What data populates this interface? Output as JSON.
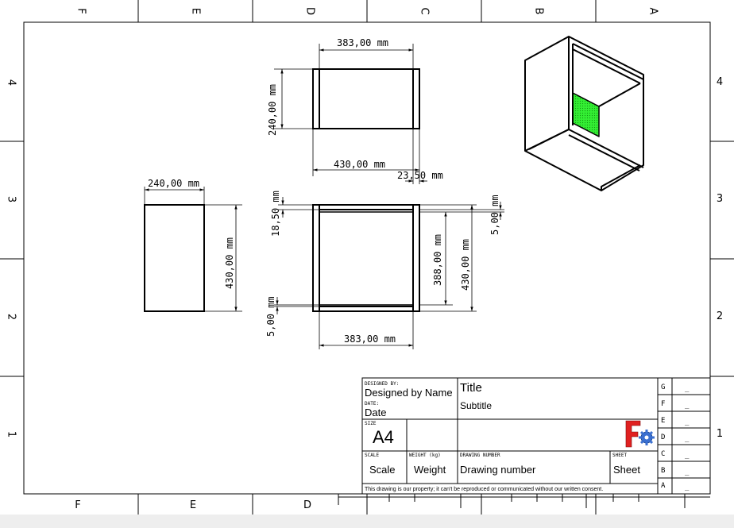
{
  "zones": {
    "columns": [
      "F",
      "E",
      "D",
      "C",
      "B",
      "A"
    ],
    "rows": [
      "4",
      "3",
      "2",
      "1"
    ]
  },
  "dimensions": {
    "top_view_width": "383,00 mm",
    "top_view_height": "240,00 mm",
    "top_view_total": "430,00 mm",
    "top_view_side": "23,50 mm",
    "side_view_width": "240,00 mm",
    "side_view_height": "430,00 mm",
    "front_top_panel": "18,50 mm",
    "front_bottom_panel": "5,00 mm",
    "front_right_panel": "5,00 mm",
    "front_inner_height": "388,00 mm",
    "front_total_height": "430,00 mm",
    "front_width": "383,00 mm"
  },
  "title_block": {
    "designed_by_label": "DESIGNED BY:",
    "designed_by_value": "Designed by Name",
    "date_label": "DATE:",
    "date_value": "Date",
    "size_label": "SIZE",
    "size_value": "A4",
    "title": "Title",
    "subtitle": "Subtitle",
    "scale_label": "SCALE",
    "scale_value": "Scale",
    "weight_label": "WEIGHT (kg)",
    "weight_value": "Weight",
    "drawing_number_label": "DRAWING NUMBER",
    "drawing_number_value": "Drawing number",
    "sheet_label": "SHEET",
    "sheet_value": "Sheet",
    "disclaimer": "This drawing is our property; it can't be reproduced or communicated without our written consent.",
    "revisions": [
      {
        "letter": "G",
        "value": "_"
      },
      {
        "letter": "F",
        "value": "_"
      },
      {
        "letter": "E",
        "value": "_"
      },
      {
        "letter": "D",
        "value": "_"
      },
      {
        "letter": "C",
        "value": "_"
      },
      {
        "letter": "B",
        "value": "_"
      },
      {
        "letter": "A",
        "value": "_"
      }
    ]
  },
  "colors": {
    "accent_face": "#22dd22",
    "logo_red": "#e02020",
    "logo_gear": "#3a6fd0"
  }
}
